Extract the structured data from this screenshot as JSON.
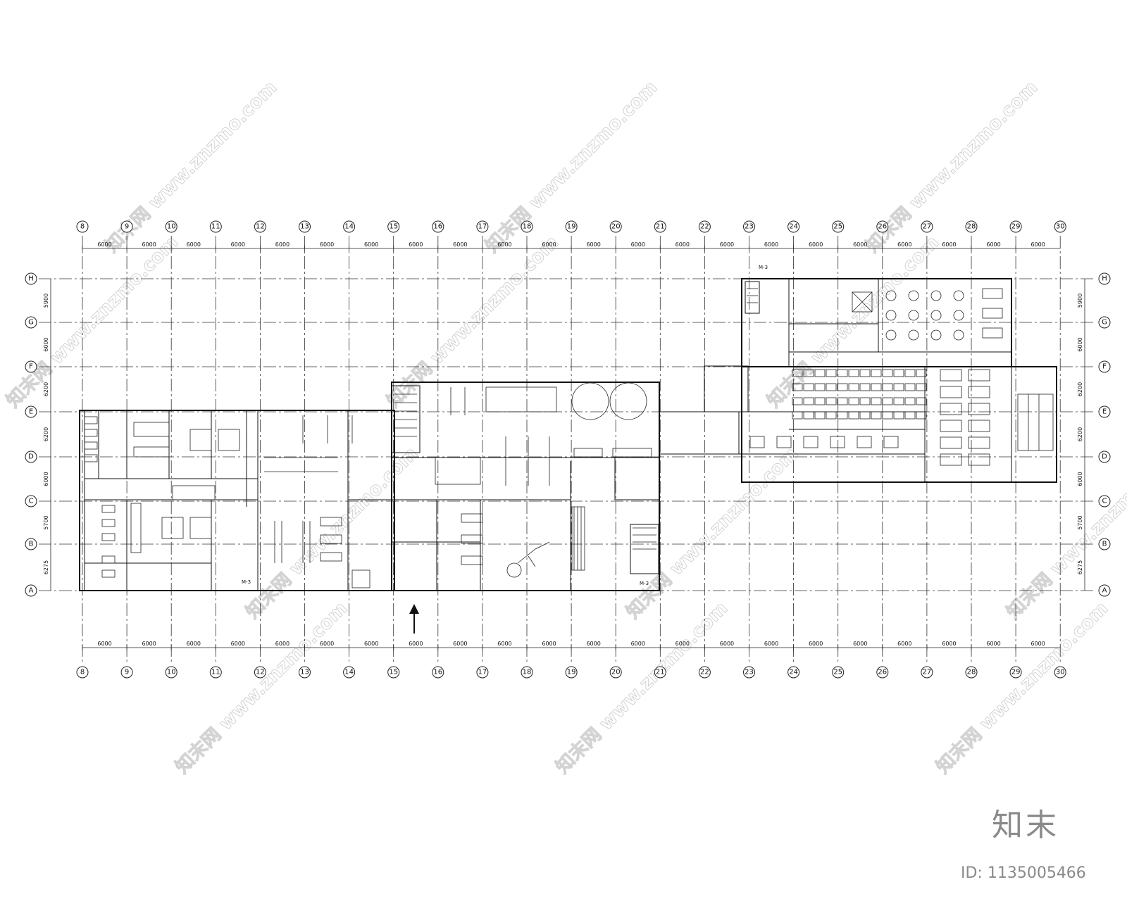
{
  "grid": {
    "columns": [
      "8",
      "9",
      "10",
      "11",
      "12",
      "13",
      "14",
      "15",
      "16",
      "17",
      "18",
      "19",
      "20",
      "21",
      "22",
      "23",
      "24",
      "25",
      "26",
      "27",
      "28",
      "29",
      "30"
    ],
    "rows": [
      "H",
      "G",
      "F",
      "E",
      "D",
      "C",
      "B",
      "A"
    ],
    "column_spacings": [
      "6000",
      "6000",
      "6000",
      "6000",
      "6000",
      "6000",
      "6000",
      "6000",
      "6000",
      "6000",
      "6000",
      "6000",
      "6000",
      "6000",
      "6000",
      "6000",
      "6000",
      "6000",
      "6000",
      "6000",
      "6000",
      "6000"
    ],
    "row_spacings": [
      "5900",
      "6000",
      "6200",
      "6200",
      "6000",
      "5700",
      "6275"
    ]
  },
  "door_tags": [
    "M-3",
    "M-3",
    "M-3"
  ],
  "watermark": {
    "site": "www.znzmo.com",
    "brand": "知末网"
  },
  "branding": {
    "logo_text": "知末",
    "id_label": "ID: 1135005466"
  },
  "colors": {
    "line": "#111111",
    "axis": "#333333",
    "watermark": "#d3d3d3",
    "brand": "#8a8a8a"
  }
}
